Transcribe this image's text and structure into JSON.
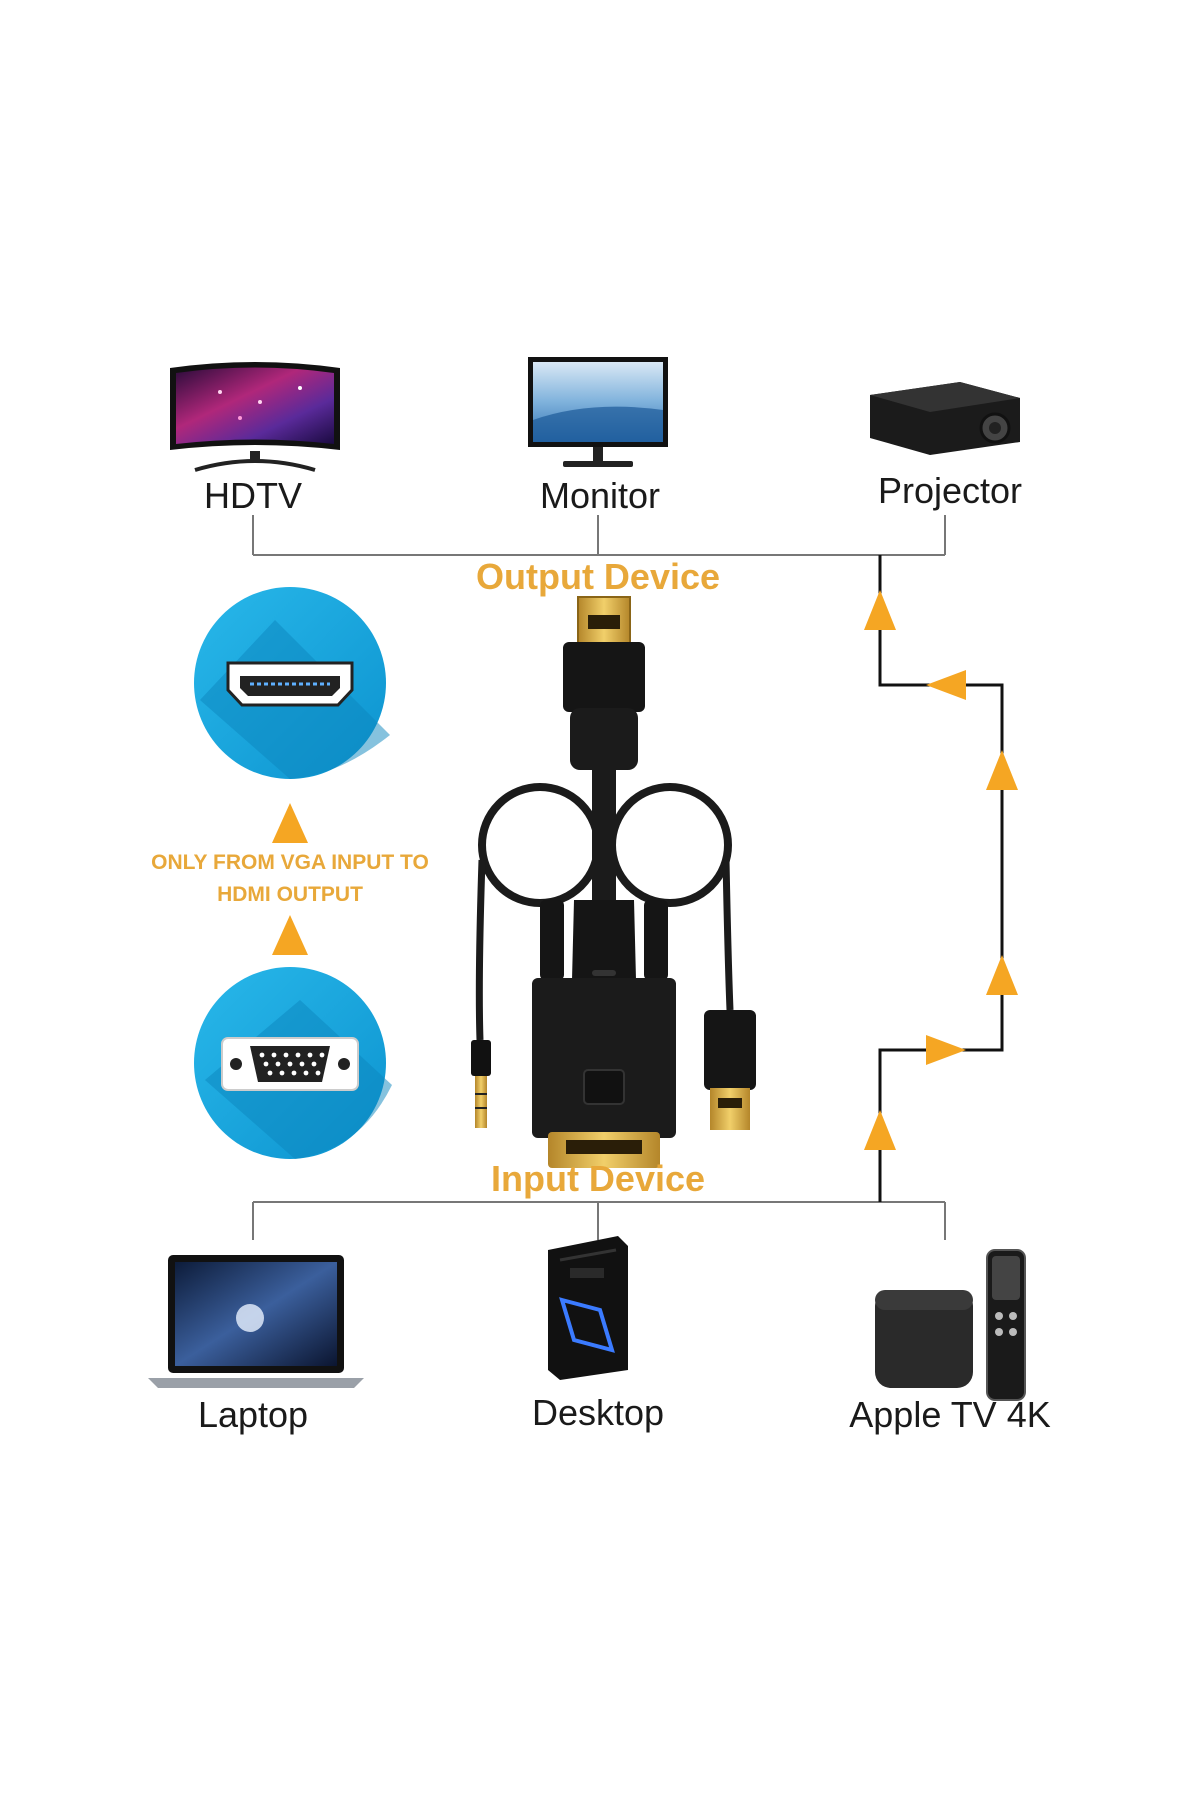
{
  "output_devices": [
    {
      "name": "HDTV",
      "icon": "hdtv-icon"
    },
    {
      "name": "Monitor",
      "icon": "monitor-icon"
    },
    {
      "name": "Projector",
      "icon": "projector-icon"
    }
  ],
  "input_devices": [
    {
      "name": "Laptop",
      "icon": "laptop-icon"
    },
    {
      "name": "Desktop",
      "icon": "desktop-tower-icon"
    },
    {
      "name": "Apple TV 4K",
      "icon": "apple-tv-icon"
    }
  ],
  "output_label": "Output Device",
  "input_label": "Input Device",
  "direction_note": {
    "line1": "ONLY FROM VGA INPUT TO",
    "line2": "HDMI OUTPUT"
  },
  "port_icons": {
    "top": "hdmi-port-icon",
    "bottom": "vga-port-icon"
  },
  "colors": {
    "accent_orange": "#f5a623",
    "label_orange": "#e8a83a",
    "circle_blue": "#1ba9e1",
    "line_gray": "#777777",
    "cable_black": "#1b1b1b",
    "gold": "#d4a233"
  }
}
